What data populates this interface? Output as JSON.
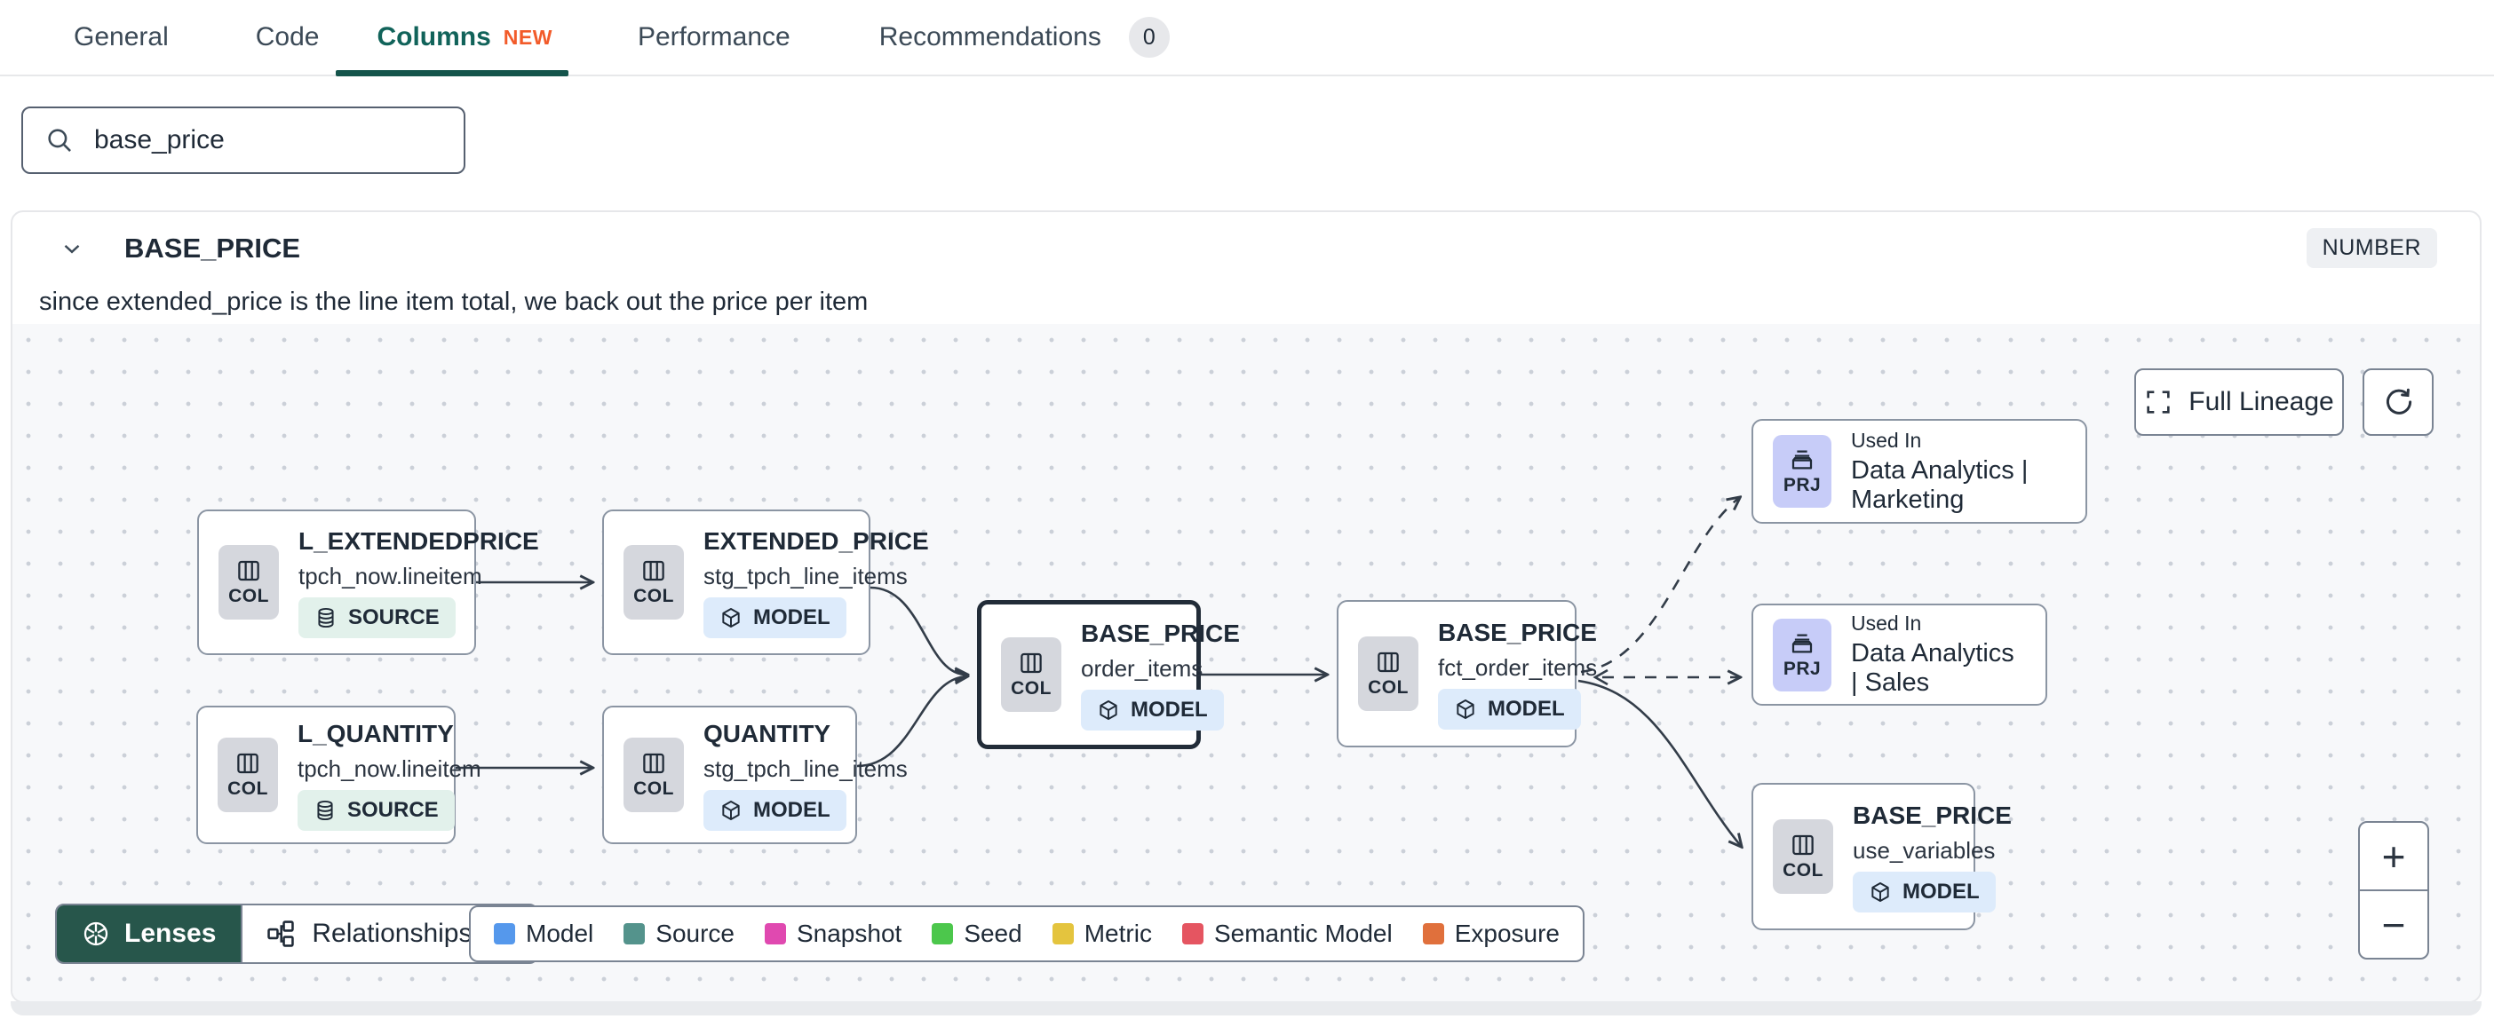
{
  "tabs": {
    "general": "General",
    "code": "Code",
    "columns": "Columns",
    "columns_badge": "NEW",
    "performance": "Performance",
    "recommendations": "Recommendations",
    "recommendations_count": "0"
  },
  "search": {
    "value": "base_price"
  },
  "column": {
    "name": "BASE_PRICE",
    "type": "NUMBER",
    "description": "since extended_price is the line item total, we back out the price per item"
  },
  "lineage": {
    "full_lineage_label": "Full Lineage",
    "nodes": [
      {
        "title": "L_EXTENDEDPRICE",
        "subtitle": "tpch_now.lineitem",
        "badge": "COL",
        "kind": "SOURCE"
      },
      {
        "title": "EXTENDED_PRICE",
        "subtitle": "stg_tpch_line_items",
        "badge": "COL",
        "kind": "MODEL"
      },
      {
        "title": "L_QUANTITY",
        "subtitle": "tpch_now.lineitem",
        "badge": "COL",
        "kind": "SOURCE"
      },
      {
        "title": "QUANTITY",
        "subtitle": "stg_tpch_line_items",
        "badge": "COL",
        "kind": "MODEL"
      },
      {
        "title": "BASE_PRICE",
        "subtitle": "order_items",
        "badge": "COL",
        "kind": "MODEL"
      },
      {
        "title": "BASE_PRICE",
        "subtitle": "fct_order_items",
        "badge": "COL",
        "kind": "MODEL"
      },
      {
        "label": "Used In",
        "title": "Data Analytics | Marketing",
        "badge": "PRJ"
      },
      {
        "label": "Used In",
        "title": "Data Analytics | Sales",
        "badge": "PRJ"
      },
      {
        "title": "BASE_PRICE",
        "subtitle": "use_variables",
        "badge": "COL",
        "kind": "MODEL"
      }
    ],
    "toolbar": {
      "lenses": "Lenses",
      "relationships": "Relationships"
    },
    "legend": [
      {
        "label": "Model",
        "color": "#5598ec"
      },
      {
        "label": "Source",
        "color": "#54938c"
      },
      {
        "label": "Snapshot",
        "color": "#e049b0"
      },
      {
        "label": "Seed",
        "color": "#4cc74c"
      },
      {
        "label": "Metric",
        "color": "#e4c43e"
      },
      {
        "label": "Semantic Model",
        "color": "#e55561"
      },
      {
        "label": "Exposure",
        "color": "#e0703c"
      }
    ],
    "zoom": {
      "in": "+",
      "out": "−"
    }
  }
}
